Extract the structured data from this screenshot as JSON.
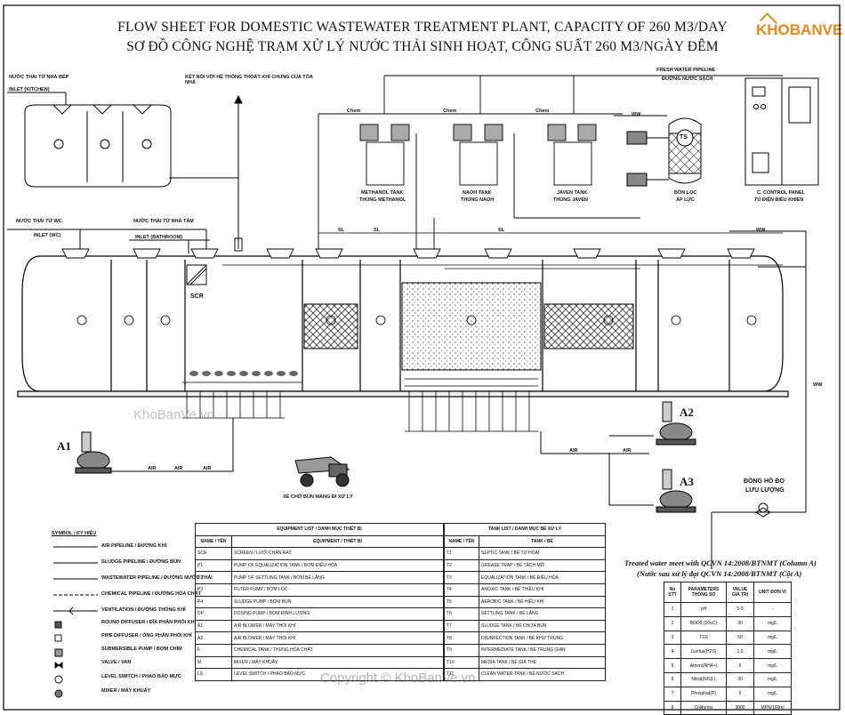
{
  "title_en": "FLOW SHEET FOR DOMESTIC WASTEWATER TREATMENT PLANT, CAPACITY OF 260 M3/DAY",
  "title_vi": "SƠ ĐỒ CÔNG NGHỆ TRẠM XỬ LÝ NƯỚC THẢI SINH HOẠT, CÔNG SUẤT 260 M3/NGÀY ĐÊM",
  "logo": "KHOBANVE",
  "watermark_top": "KhoBanVe.vn",
  "watermark_bottom": "Copyright © KhoBanVe.vn",
  "labels": {
    "inlet_kitchen_vi": "NƯỚC THẢI TỪ NHÀ BẾP",
    "inlet_kitchen": "INLET (KITCHEN)",
    "vent": "KẾT NỐI VỚI HỆ THỐNG THOÁT KHÍ CHUNG CỦA TÒA NHÀ",
    "inlet_wc_vi": "NƯỚC THẢI TỪ WC",
    "inlet_wc": "INLET (WC)",
    "inlet_bath_vi": "NƯỚC THẢI TỪ NHÀ TẮM",
    "inlet_bath": "INLET (BATHROOM)",
    "fresh_water": "FRESH WATER PIPELINE",
    "fresh_water_vi": "ĐƯỜNG NƯỚC SẠCH",
    "methanol_tank": "METHANOL TANK",
    "methanol_tank_vi": "THÙNG METHANOL",
    "naoh_tank": "NAOH TANK",
    "naoh_tank_vi": "THÙNG NAOH",
    "javen_tank": "JAVEN TANK",
    "javen_tank_vi": "THÙNG JAVEN",
    "pressure_filter": "BỒN LỌC",
    "pressure_filter_vi": "ÁP LỰC",
    "control_panel": "C. CONTROL PANEL",
    "control_panel_vi": "TỦ ĐIỆN ĐIỀU KHIỂN",
    "ts": "TS",
    "scr": "SCR",
    "sludge_truck": "XE CHỞ BÙN MANG ĐI XỬ LÝ",
    "flowmeter": "ĐỒNG HỒ ĐO",
    "flowmeter_2": "LƯU LƯỢNG",
    "a1": "A1",
    "a2": "A2",
    "a3": "A3",
    "air": "AIR",
    "chem": "Chem",
    "sl": "SL",
    "ww": "WW",
    "treated_1": "Treated water meet with QCVN 14:2008/BTNMT (Column A)",
    "treated_2": "(Nước sau xử lý đạt QCVN 14:2008/BTNMT (Cột A)"
  },
  "legend": {
    "title": "SYMBOL / KÝ HIỆU",
    "items": [
      "AIR PIPELINE / ĐƯỜNG KHÍ",
      "SLUDGE PIPELINE / ĐƯỜNG BÙN",
      "WASTEWATER PIPELINE / ĐƯỜNG NƯỚC THẢI",
      "CHEMICAL PIPELINE / ĐƯỜNG HÓA CHẤT",
      "VENTILATION / ĐƯỜNG THÔNG KHÍ",
      "ROUND DIFFUSER / ĐĨA PHÂN PHỐI KHÍ",
      "PIPE DIFFUSER / ỐNG PHÂN PHỐI KHÍ",
      "SUBMERSIBLE PUMP / BƠM CHÌM",
      "VALVE / VAN",
      "LEVEL SWITCH / PHAO BÁO MỰC",
      "MIXER / MÁY KHUẤY"
    ]
  },
  "equipment_table": {
    "title": "EQUIPMENT LIST / DANH MỤC THIẾT BỊ",
    "col_code": "NAME / TÊN",
    "col_desc": "EQUIPMENT / THIẾT BỊ",
    "rows": [
      [
        "SCR",
        "SCREEN / LƯỚI CHẮN RÁC"
      ],
      [
        "P1",
        "PUMP OF EQUALIZATION TANK / BƠM ĐIỀU HÒA"
      ],
      [
        "P2",
        "PUMP OF SETTLING TANK / BƠM BỂ LẮNG"
      ],
      [
        "P3",
        "FILTER PUMP / BƠM LỌC"
      ],
      [
        "P4",
        "SLUDGE PUMP / BƠM BÙN"
      ],
      [
        "DP",
        "DOSING PUMP / BƠM ĐỊNH LƯỢNG"
      ],
      [
        "A1",
        "AIR BLOWER / MÁY THỔI KHÍ"
      ],
      [
        "A2",
        "AIR BLOWER / MÁY THỔI KHÍ"
      ],
      [
        "F",
        "CHEMICAL TANK / THÙNG HÓA CHẤT"
      ],
      [
        "M",
        "MIXER / MÁY KHUẤY"
      ],
      [
        "LS",
        "LEVEL SWITCH / PHAO BÁO MỰC"
      ]
    ]
  },
  "tank_table": {
    "title": "TANK LIST / DANH MỤC BỂ XỬ LÝ",
    "col_code": "NAME / TÊN",
    "col_desc": "TANK / BỂ",
    "rows": [
      [
        "T1",
        "SEPTIC TANK / BỂ TỰ HOẠI"
      ],
      [
        "T2",
        "GREASE TRAP / BỂ TÁCH MỠ"
      ],
      [
        "T3",
        "EQUALIZATION TANK / BỂ ĐIỀU HÒA"
      ],
      [
        "T4",
        "ANOXIC TANK / BỂ THIẾU KHÍ"
      ],
      [
        "T5",
        "AEROBIC TANK / BỂ HIẾU KHÍ"
      ],
      [
        "T6",
        "SETTLING TANK / BỂ LẮNG"
      ],
      [
        "T7",
        "SLUDGE TANK / BỂ CHỨA BÙN"
      ],
      [
        "T8",
        "DISINFECTION TANK / BỂ KHỬ TRÙNG"
      ],
      [
        "T9",
        "INTERMEDIATE TANK / BỂ TRUNG GIAN"
      ],
      [
        "T10",
        "MEDIA TANK / BỂ GIÁ THỂ"
      ],
      [
        "T11",
        "CLEAN WATER TANK / BỂ NƯỚC SẠCH"
      ]
    ]
  },
  "params_table": {
    "headers": [
      "No STT",
      "PARAMETERS THÔNG SỐ",
      "VALUE GIÁ TRỊ",
      "UNIT ĐƠN VỊ"
    ],
    "rows": [
      [
        "1",
        "pH",
        "5-9",
        "-"
      ],
      [
        "2",
        "BOD5 (20oC)",
        "30",
        "mg/L"
      ],
      [
        "3",
        "TSS",
        "50",
        "mg/L"
      ],
      [
        "4",
        "Sunfua(H2S)",
        "1.0",
        "mg/L"
      ],
      [
        "5",
        "Amoni(NH4+)",
        "5",
        "mg/L"
      ],
      [
        "6",
        "Nitrat(NO3-)",
        "30",
        "mg/L"
      ],
      [
        "7",
        "Phosphat(P)",
        "6",
        "mg/L"
      ],
      [
        "8",
        "Coliforms",
        "3000",
        "MPN/100ml"
      ]
    ]
  }
}
